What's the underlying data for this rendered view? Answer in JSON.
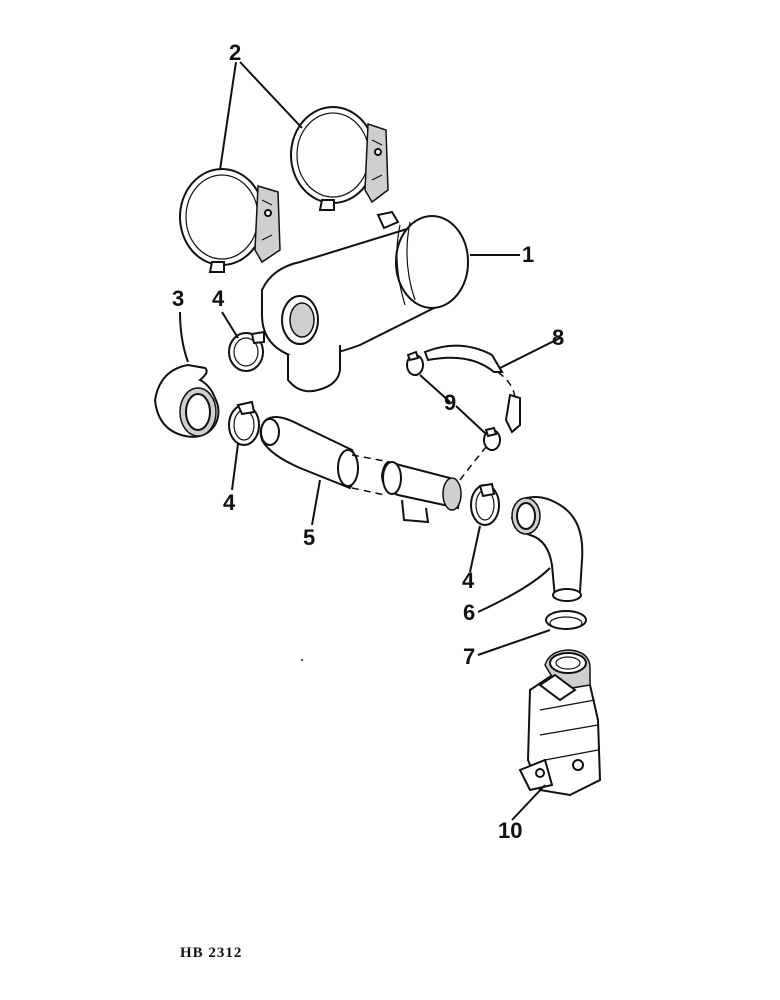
{
  "diagram": {
    "parts": [
      {
        "id": "p1",
        "label": "1",
        "name": "air-cleaner"
      },
      {
        "id": "p2",
        "label": "2",
        "name": "mounting-bands"
      },
      {
        "id": "p3",
        "label": "3",
        "name": "cap"
      },
      {
        "id": "p4a",
        "label": "4",
        "name": "hose-clamp"
      },
      {
        "id": "p4b",
        "label": "4",
        "name": "hose-clamp"
      },
      {
        "id": "p4c",
        "label": "4",
        "name": "hose-clamp"
      },
      {
        "id": "p5",
        "label": "5",
        "name": "intake-hose"
      },
      {
        "id": "p6",
        "label": "6",
        "name": "elbow"
      },
      {
        "id": "p7",
        "label": "7",
        "name": "clamp"
      },
      {
        "id": "p8",
        "label": "8",
        "name": "vacuator-hose"
      },
      {
        "id": "p9",
        "label": "9",
        "name": "hose-clamps"
      },
      {
        "id": "p10",
        "label": "10",
        "name": "carburetor"
      }
    ],
    "figure_code": "HB 2312"
  }
}
